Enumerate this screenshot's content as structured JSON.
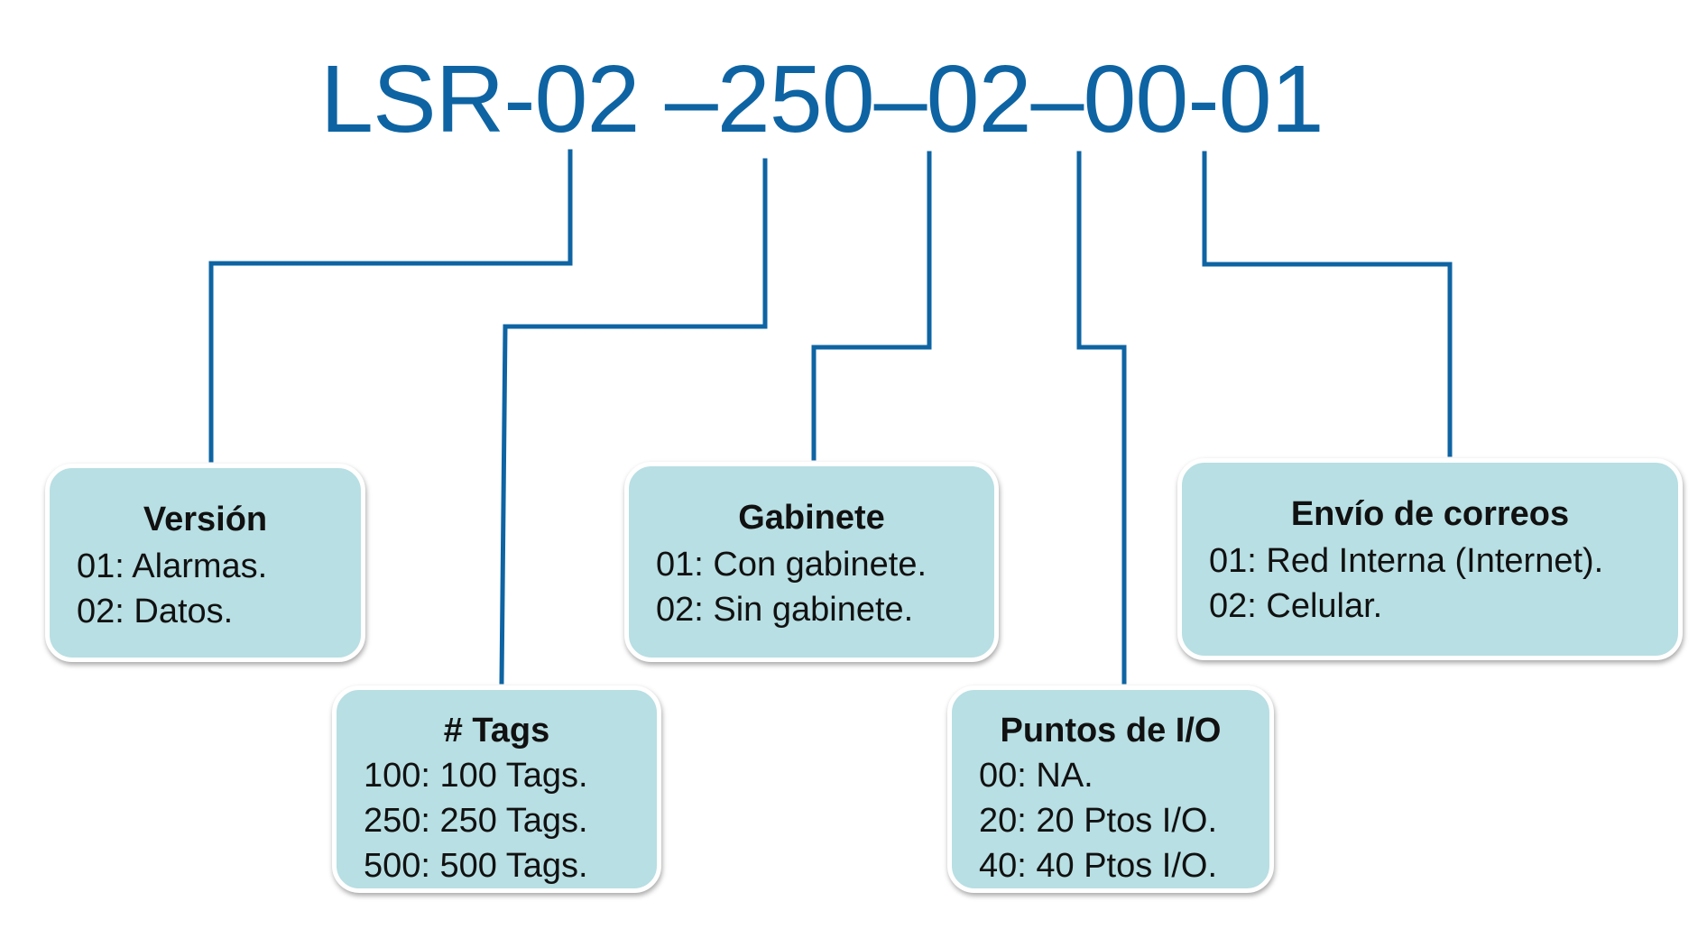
{
  "code": {
    "text": "LSR-02 –250–02–00-01"
  },
  "boxes": {
    "version": {
      "title": "Versión",
      "lines": [
        "01: Alarmas.",
        "02: Datos."
      ]
    },
    "tags": {
      "title": "# Tags",
      "lines": [
        "100: 100 Tags.",
        "250: 250 Tags.",
        "500: 500 Tags."
      ]
    },
    "gabinete": {
      "title": "Gabinete",
      "lines": [
        "01: Con gabinete.",
        "02: Sin gabinete."
      ]
    },
    "io": {
      "title": "Puntos de I/O",
      "lines": [
        "00: NA.",
        "20: 20 Ptos I/O.",
        "40: 40 Ptos I/O."
      ]
    },
    "email": {
      "title": "Envío de correos",
      "lines": [
        "01: Red Interna (Internet).",
        "02: Celular."
      ]
    }
  },
  "colors": {
    "code_text": "#0e64a3",
    "connector": "#0e64a3",
    "box_fill": "#b8dfe3",
    "box_border": "#ffffff",
    "box_text": "#111111"
  }
}
